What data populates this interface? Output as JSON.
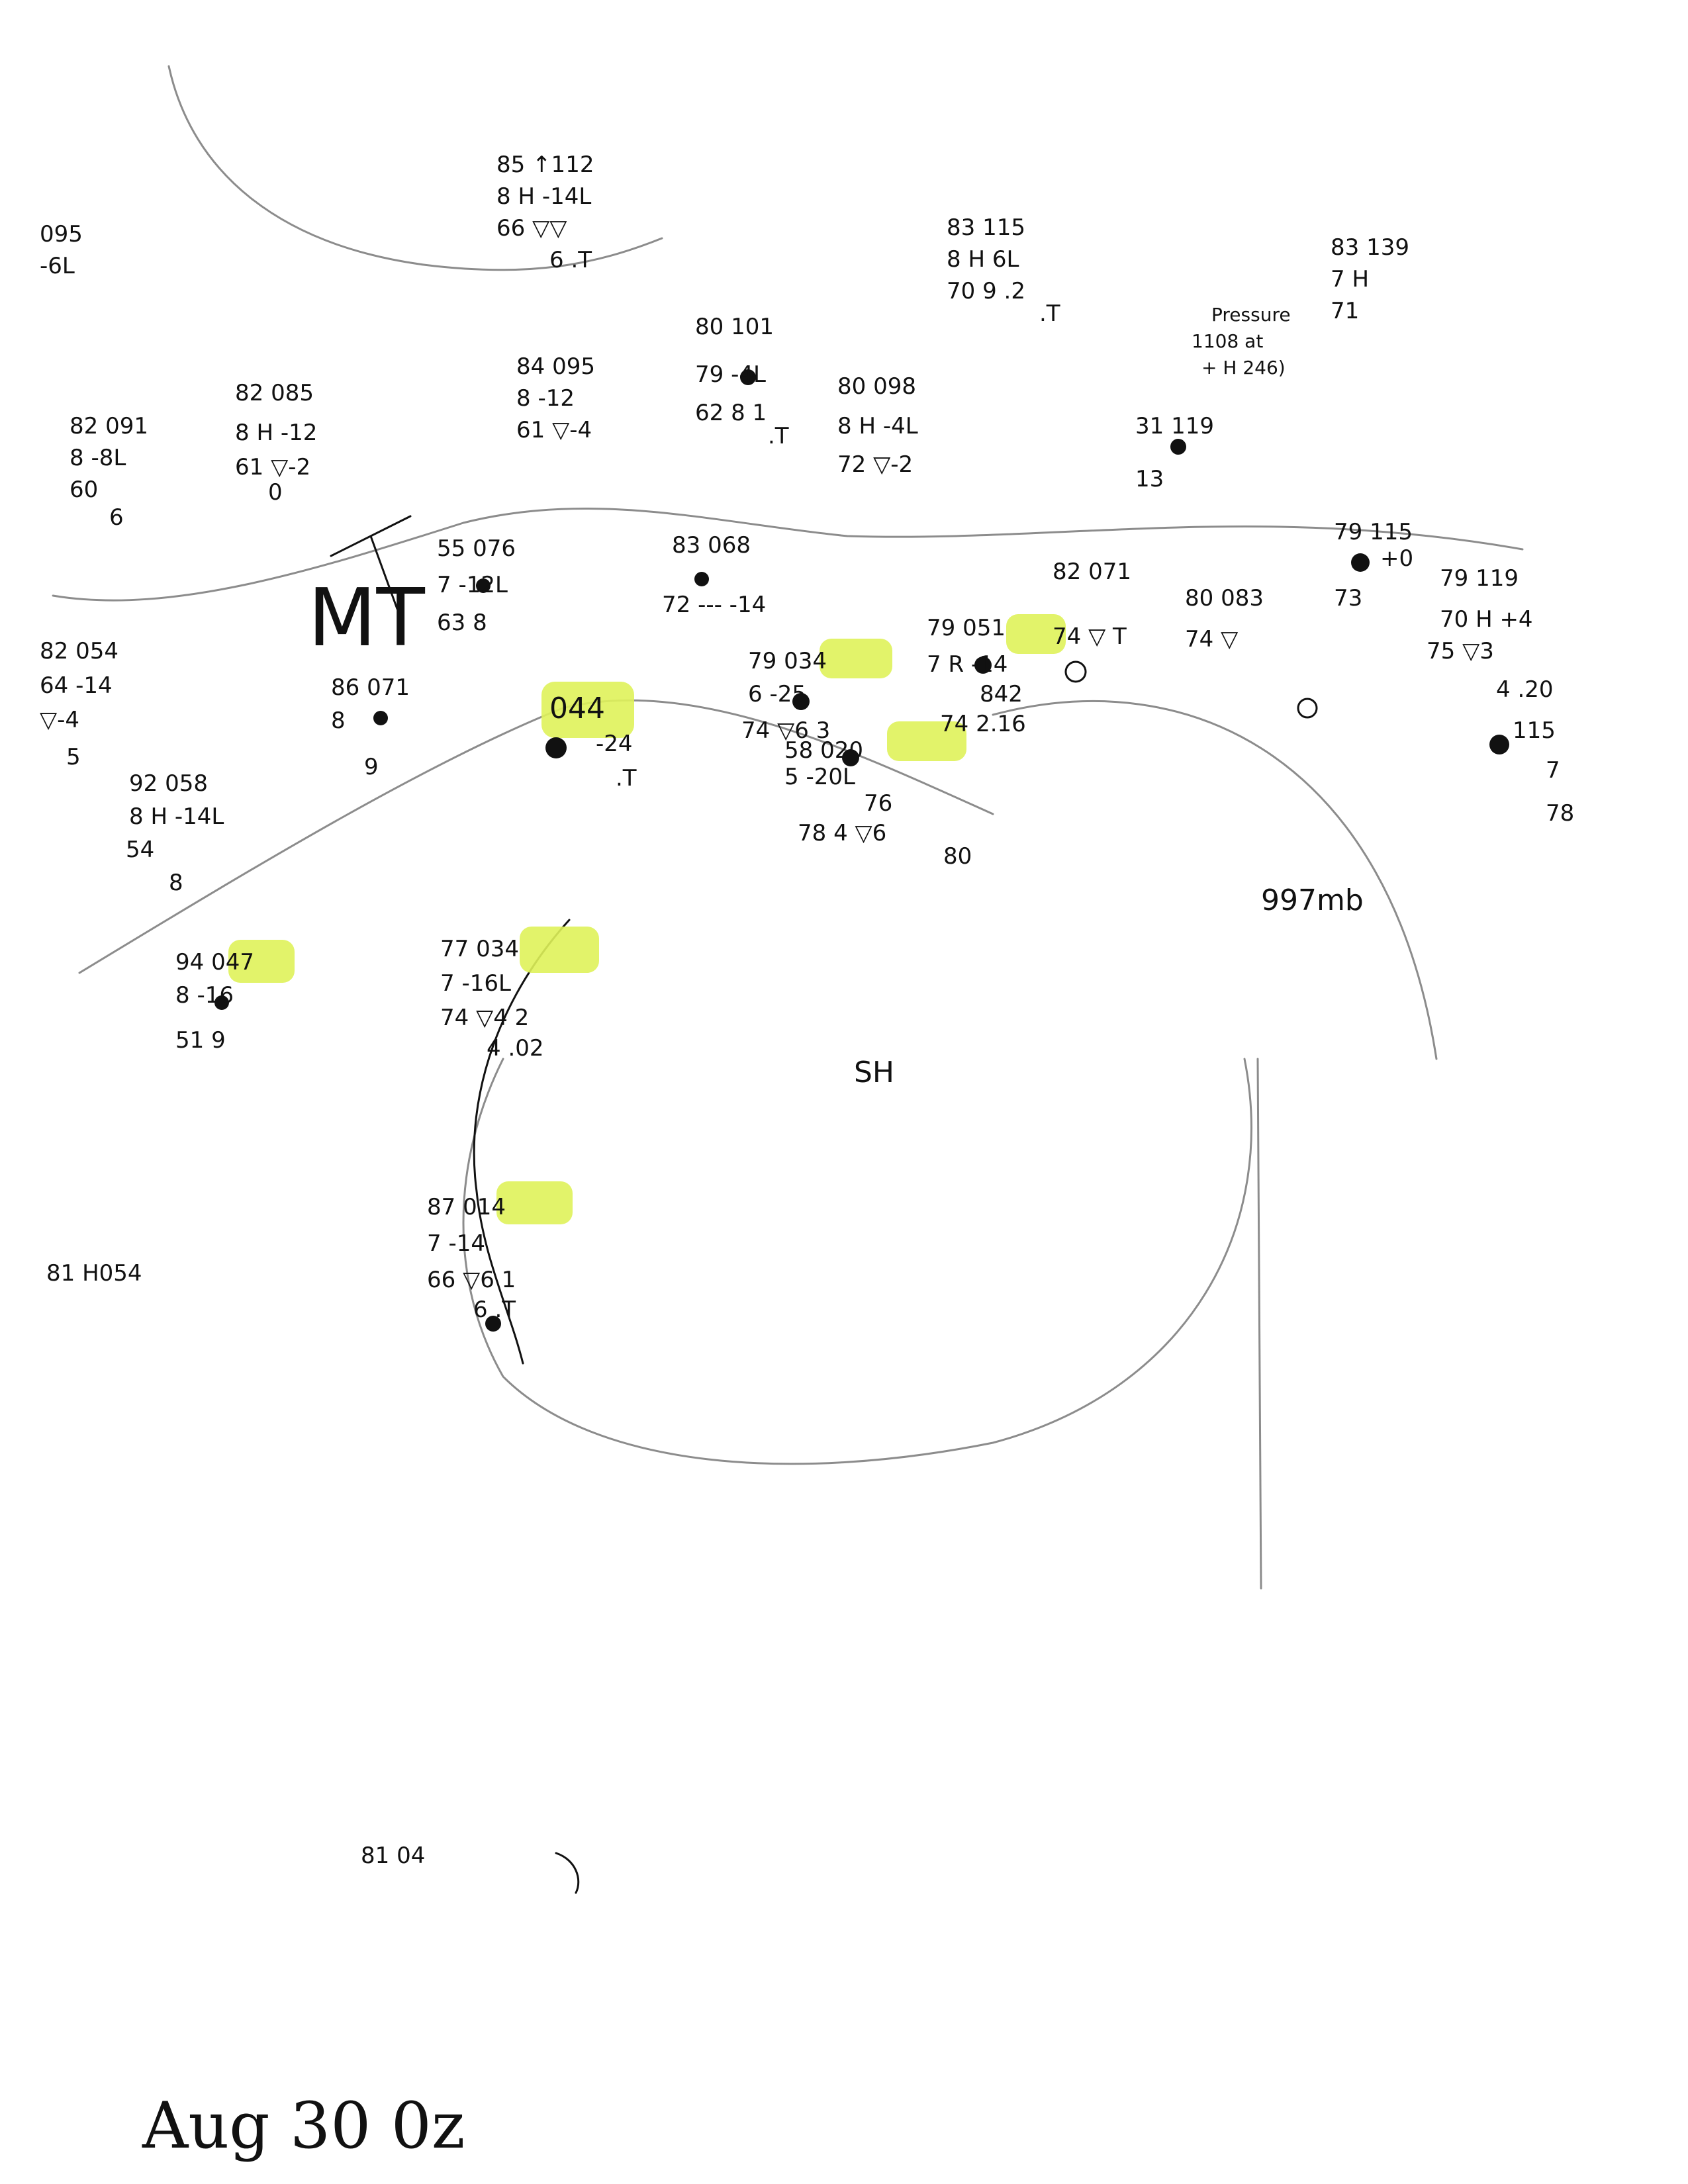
{
  "title": "Aug 30 0z",
  "labels": {
    "low_center": "997mb",
    "front": "MT",
    "high_mark": "SH",
    "note_line1": "Pressure",
    "note_line2": "1108 at",
    "note_line3": "+ H 246)"
  },
  "stations": [
    {
      "id": "s01",
      "lines": [
        "85 ↑112",
        "8 H  -14L",
        "66 ▽▽",
        "6   .T"
      ]
    },
    {
      "id": "s02",
      "lines": [
        "83 115",
        "8 H  6L",
        "70 9  .2",
        ".T"
      ]
    },
    {
      "id": "s03",
      "lines": [
        "83 139",
        "7 H",
        "71"
      ]
    },
    {
      "id": "s04",
      "lines": [
        "095",
        "-6L"
      ]
    },
    {
      "id": "s05",
      "lines": [
        "84 095",
        "8  -12",
        "61 ▽-4"
      ]
    },
    {
      "id": "s06",
      "lines": [
        "80 101",
        "79 -4L",
        "62 8 1",
        ".T"
      ]
    },
    {
      "id": "s07",
      "lines": [
        "80 098",
        "8 H -4L",
        "72 ▽-2"
      ]
    },
    {
      "id": "s08",
      "lines": [
        "82 091",
        "8  -8L",
        "60",
        "6"
      ]
    },
    {
      "id": "s09",
      "lines": [
        "82 085",
        "8 H -12",
        "61 ▽-2",
        "0"
      ]
    },
    {
      "id": "s10",
      "lines": [
        "31 119",
        "13"
      ]
    },
    {
      "id": "s11",
      "lines": [
        "55 076",
        "7  -12L",
        "63 8"
      ]
    },
    {
      "id": "s12",
      "lines": [
        "83 068",
        "72 --- -14"
      ]
    },
    {
      "id": "s13",
      "lines": [
        "82 071",
        "74 ▽  T"
      ]
    },
    {
      "id": "s14",
      "lines": [
        "80 083",
        "74 ▽"
      ]
    },
    {
      "id": "s15",
      "lines": [
        "79 115",
        "+0",
        "73"
      ]
    },
    {
      "id": "s16",
      "lines": [
        "79 119",
        "70 H +4",
        "75 ▽3",
        "4 .20"
      ]
    },
    {
      "id": "s17",
      "lines": [
        "82 054",
        "64 -14",
        "▽-4",
        "5"
      ]
    },
    {
      "id": "s18",
      "lines": [
        "86 071",
        "8",
        "9"
      ]
    },
    {
      "id": "s19",
      "lines": [
        "044",
        "-24",
        ".T"
      ]
    },
    {
      "id": "s20",
      "lines": [
        "79 034",
        "6 -25",
        "74 ▽6 3"
      ]
    },
    {
      "id": "s21",
      "lines": [
        "79 051",
        "7 R -14",
        "842",
        "74 2.16"
      ]
    },
    {
      "id": "s22",
      "lines": [
        "58 020",
        "5  -20L",
        "76",
        "78 4 ▽6",
        "80"
      ]
    },
    {
      "id": "s23",
      "lines": [
        "92 058",
        "8 H -14L",
        "54",
        "8"
      ]
    },
    {
      "id": "s24",
      "lines": [
        "115",
        "7",
        "78"
      ]
    },
    {
      "id": "s25",
      "lines": [
        "94 047",
        "8  -16",
        "51 9"
      ]
    },
    {
      "id": "s26",
      "lines": [
        "77 034",
        "7  -16L",
        "74 ▽4 2",
        "4 .02"
      ]
    },
    {
      "id": "s27",
      "lines": [
        "87 014",
        "7  -14",
        "66 ▽6 1",
        "6 .T"
      ]
    },
    {
      "id": "s28",
      "lines": [
        "81 H054"
      ]
    },
    {
      "id": "s29",
      "lines": [
        "81 04"
      ]
    }
  ]
}
